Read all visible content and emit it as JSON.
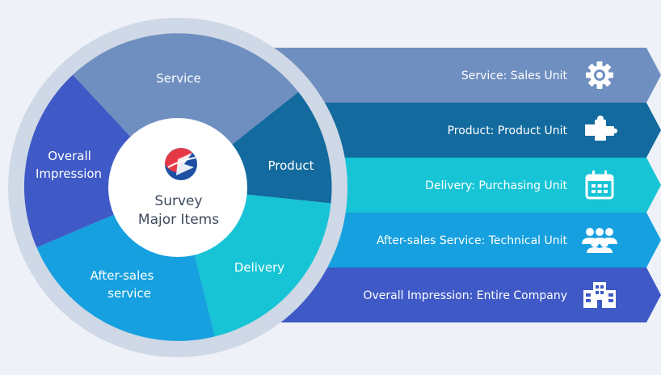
{
  "center": {
    "line1": "Survey",
    "line2": "Major Items"
  },
  "segments": [
    {
      "id": "service",
      "lines": [
        "Service"
      ],
      "color": "#6f8fc0"
    },
    {
      "id": "product",
      "lines": [
        "Product"
      ],
      "color": "#136a9e"
    },
    {
      "id": "delivery",
      "lines": [
        "Delivery"
      ],
      "color": "#17c4d6"
    },
    {
      "id": "after-sales",
      "lines": [
        "After-sales",
        "service"
      ],
      "color": "#16a0df"
    },
    {
      "id": "overall",
      "lines": [
        "Overall",
        "Impression"
      ],
      "color": "#3f5ac6"
    }
  ],
  "bands": [
    {
      "id": "service",
      "label": "Service: Sales Unit",
      "icon": "gear-icon",
      "color": "#6f8fc0"
    },
    {
      "id": "product",
      "label": "Product: Product Unit",
      "icon": "puzzle-piece-icon",
      "color": "#136a9e"
    },
    {
      "id": "delivery",
      "label": "Delivery: Purchasing Unit",
      "icon": "calendar-icon",
      "color": "#17c4d6"
    },
    {
      "id": "after-sales",
      "label": "After-sales Service: Technical Unit",
      "icon": "team-icon",
      "color": "#16a0df"
    },
    {
      "id": "overall",
      "label": "Overall Impression: Entire Company",
      "icon": "office-building-icon",
      "color": "#3f5ac6"
    }
  ],
  "colors": {
    "background": "#eef2f8",
    "outer_ring": "#cfd8e6",
    "center_circle": "#ffffff",
    "logo_red": "#e63946",
    "logo_blue": "#1d4fa3"
  }
}
